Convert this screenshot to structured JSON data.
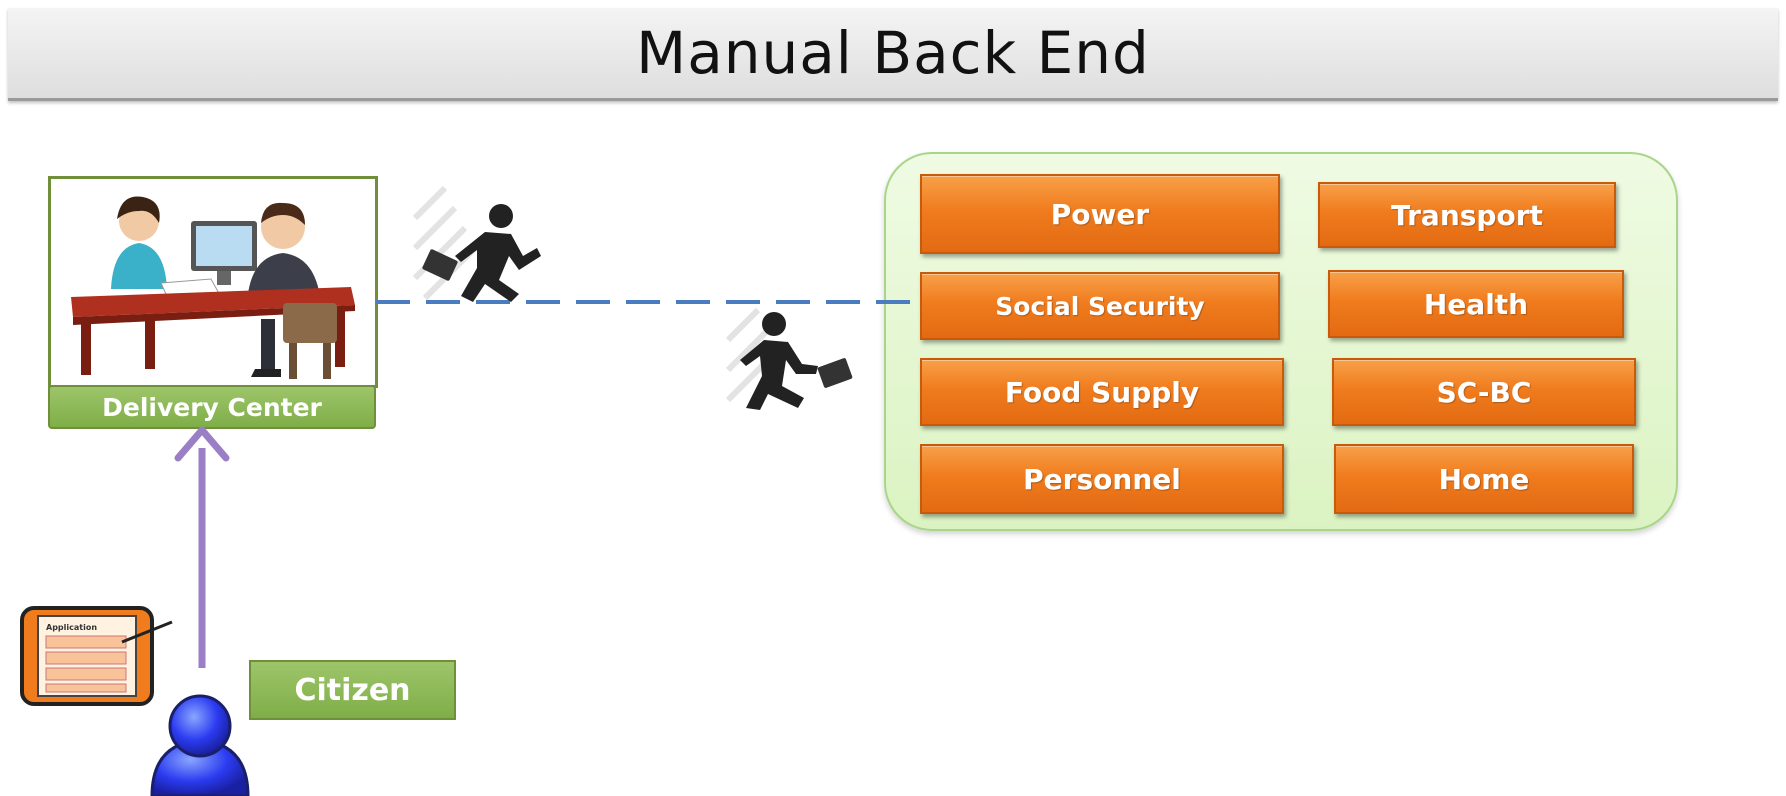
{
  "title": "Manual Back End",
  "delivery_center": {
    "label": "Delivery Center"
  },
  "departments": [
    {
      "label": "Power"
    },
    {
      "label": "Transport"
    },
    {
      "label": "Social Security"
    },
    {
      "label": "Health"
    },
    {
      "label": "Food Supply"
    },
    {
      "label": "SC-BC"
    },
    {
      "label": "Personnel"
    },
    {
      "label": "Home"
    }
  ],
  "citizen": {
    "label": "Citizen"
  },
  "application_form": {
    "label": "Application"
  },
  "colors": {
    "department_orange": "#f07c1e",
    "label_green": "#7fae48",
    "panel_green": "#dbf3c2",
    "connector_blue": "#4a7cc0",
    "arrow_purple": "#9a7fc6"
  },
  "icons": [
    "office-desk-icon",
    "running-person-icon",
    "application-form-icon",
    "citizen-person-icon"
  ]
}
